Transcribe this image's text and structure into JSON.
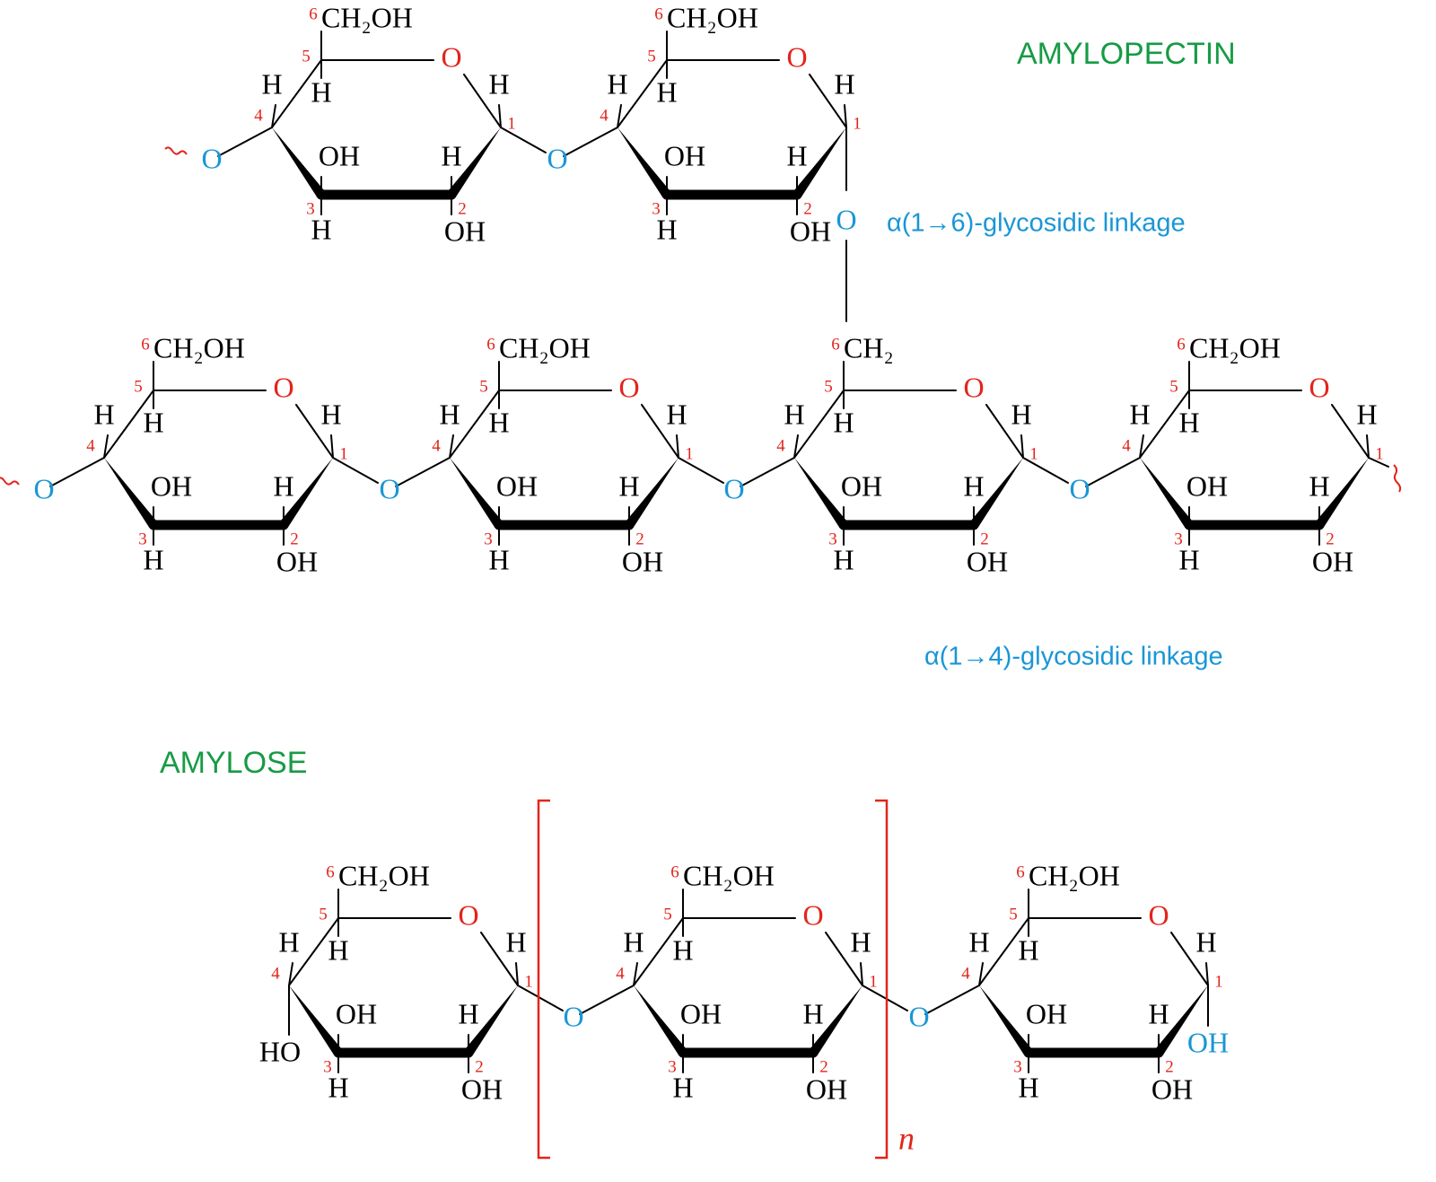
{
  "colors": {
    "bond": "#000000",
    "ring_oxygen": "#e3241b",
    "linkage": "#1a96d6",
    "title": "#169b45",
    "number": "#e3241b",
    "bracket": "#e3241b"
  },
  "titles": {
    "amylopectin": "AMYLOPECTIN",
    "amylose": "AMYLOSE"
  },
  "linkages": {
    "alpha16": "α(1→6)-glycosidic linkage",
    "alpha14": "α(1→4)-glycosidic linkage"
  },
  "atoms": {
    "ch2oh": "CH₂OH",
    "ch2": "CH₂",
    "o": "O",
    "h": "H",
    "oh": "OH",
    "ho": "HO"
  },
  "carbons": {
    "c1": "1",
    "c2": "2",
    "c3": "3",
    "c4": "4",
    "c5": "5",
    "c6": "6"
  },
  "repeat_subscript": "n",
  "diagram": {
    "amylopectin_top_residues": 2,
    "amylopectin_main_residues": 4,
    "amylose_residues": 3,
    "branch": "top residue 2 C1 → O → CH₂ (C6) of main residue 3",
    "repeat_unit": "amylose residue 2"
  }
}
